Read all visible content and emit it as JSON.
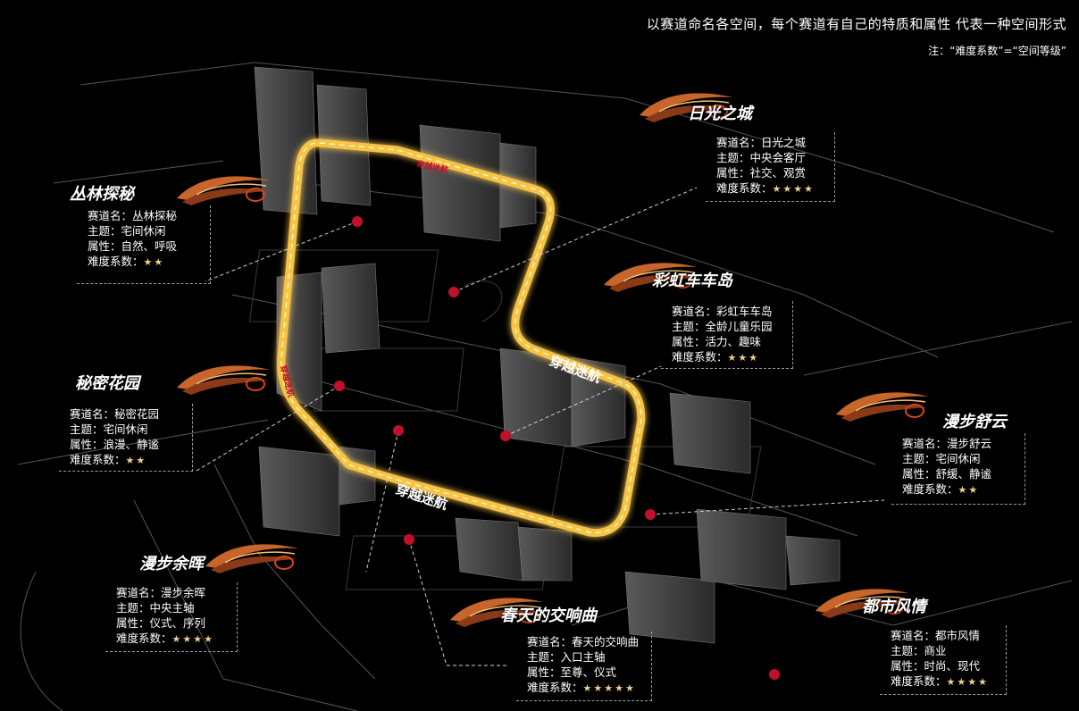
{
  "header": {
    "line1": "以赛道命名各空间，每个赛道有自己的特质和属性  代表一种空间形式",
    "line2": "注：“难度系数”=“空间等级”"
  },
  "route": {
    "label": "穿越迷航",
    "color": "#f6c342"
  },
  "colors": {
    "marker": "#c0102a",
    "route": "#f6c342",
    "background": "#000000"
  },
  "zones": [
    {
      "title": "丛林探秘",
      "fields": [
        "赛道名：丛林探秘",
        "主题：宅间休闲",
        "属性：自然、呼吸"
      ],
      "difficulty_label": "难度系数：",
      "stars": 2
    },
    {
      "title": "日光之城",
      "fields": [
        "赛道名：日光之城",
        "主题：中央会客厅",
        "属性：社交、观赏"
      ],
      "difficulty_label": "难度系数：",
      "stars": 4
    },
    {
      "title": "彩虹车车岛",
      "fields": [
        "赛道名：彩虹车车岛",
        "主题：全龄儿童乐园",
        "属性：活力、趣味"
      ],
      "difficulty_label": "难度系数：",
      "stars": 3
    },
    {
      "title": "秘密花园",
      "fields": [
        "赛道名：秘密花园",
        "主题：宅间休闲",
        "属性：浪漫、静谧"
      ],
      "difficulty_label": "难度系数：",
      "stars": 2
    },
    {
      "title": "漫步舒云",
      "fields": [
        "赛道名：漫步舒云",
        "主题：宅间休闲",
        "属性：舒缓、静谧"
      ],
      "difficulty_label": "难度系数：",
      "stars": 2
    },
    {
      "title": "漫步余晖",
      "fields": [
        "赛道名：漫步余晖",
        "主题：中央主轴",
        "属性：仪式、序列"
      ],
      "difficulty_label": "难度系数：",
      "stars": 4
    },
    {
      "title": "春天的交响曲",
      "fields": [
        "赛道名：春天的交响曲",
        "主题：入口主轴",
        "属性：至尊、仪式"
      ],
      "difficulty_label": "难度系数：",
      "stars": 5
    },
    {
      "title": "都市风情",
      "fields": [
        "赛道名：都市风情",
        "主题：商业",
        "属性：时尚、现代"
      ],
      "difficulty_label": "难度系数：",
      "stars": 4
    }
  ],
  "icons": [
    "race-car-swoosh-icon",
    "location-marker-icon",
    "star-icon"
  ]
}
